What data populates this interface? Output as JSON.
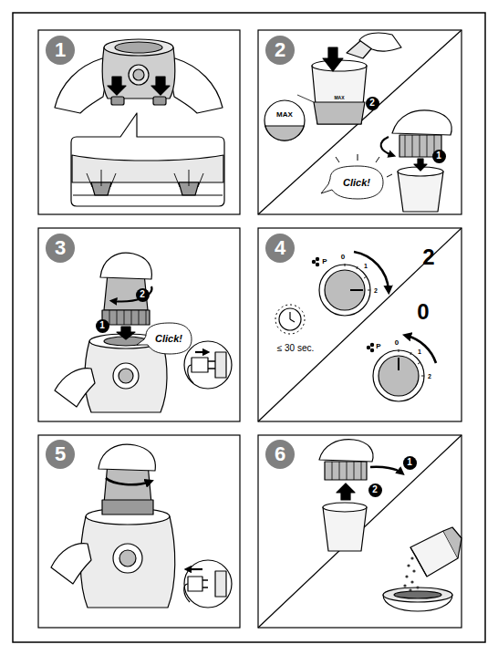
{
  "diagram": {
    "nodes": [
      {
        "text": [
          "1"
        ]
      },
      {
        "text": [
          "2"
        ]
      },
      {
        "text": [
          "2"
        ]
      },
      {
        "text": [
          "1"
        ]
      },
      {
        "text": [
          "3"
        ]
      },
      {
        "text": [
          "1"
        ]
      },
      {
        "text": [
          "2"
        ]
      },
      {
        "text": [
          "4"
        ]
      },
      {
        "text": [
          "5"
        ]
      },
      {
        "text": [
          "6"
        ]
      },
      {
        "text": [
          "1"
        ]
      },
      {
        "text": [
          "2"
        ]
      }
    ],
    "labels": [
      "MAX",
      "MAX",
      "Click!",
      "Click!",
      "P",
      "0",
      "1",
      "2",
      "2",
      "≤ 30 sec.",
      "P",
      "0",
      "1",
      "2",
      "0"
    ]
  }
}
